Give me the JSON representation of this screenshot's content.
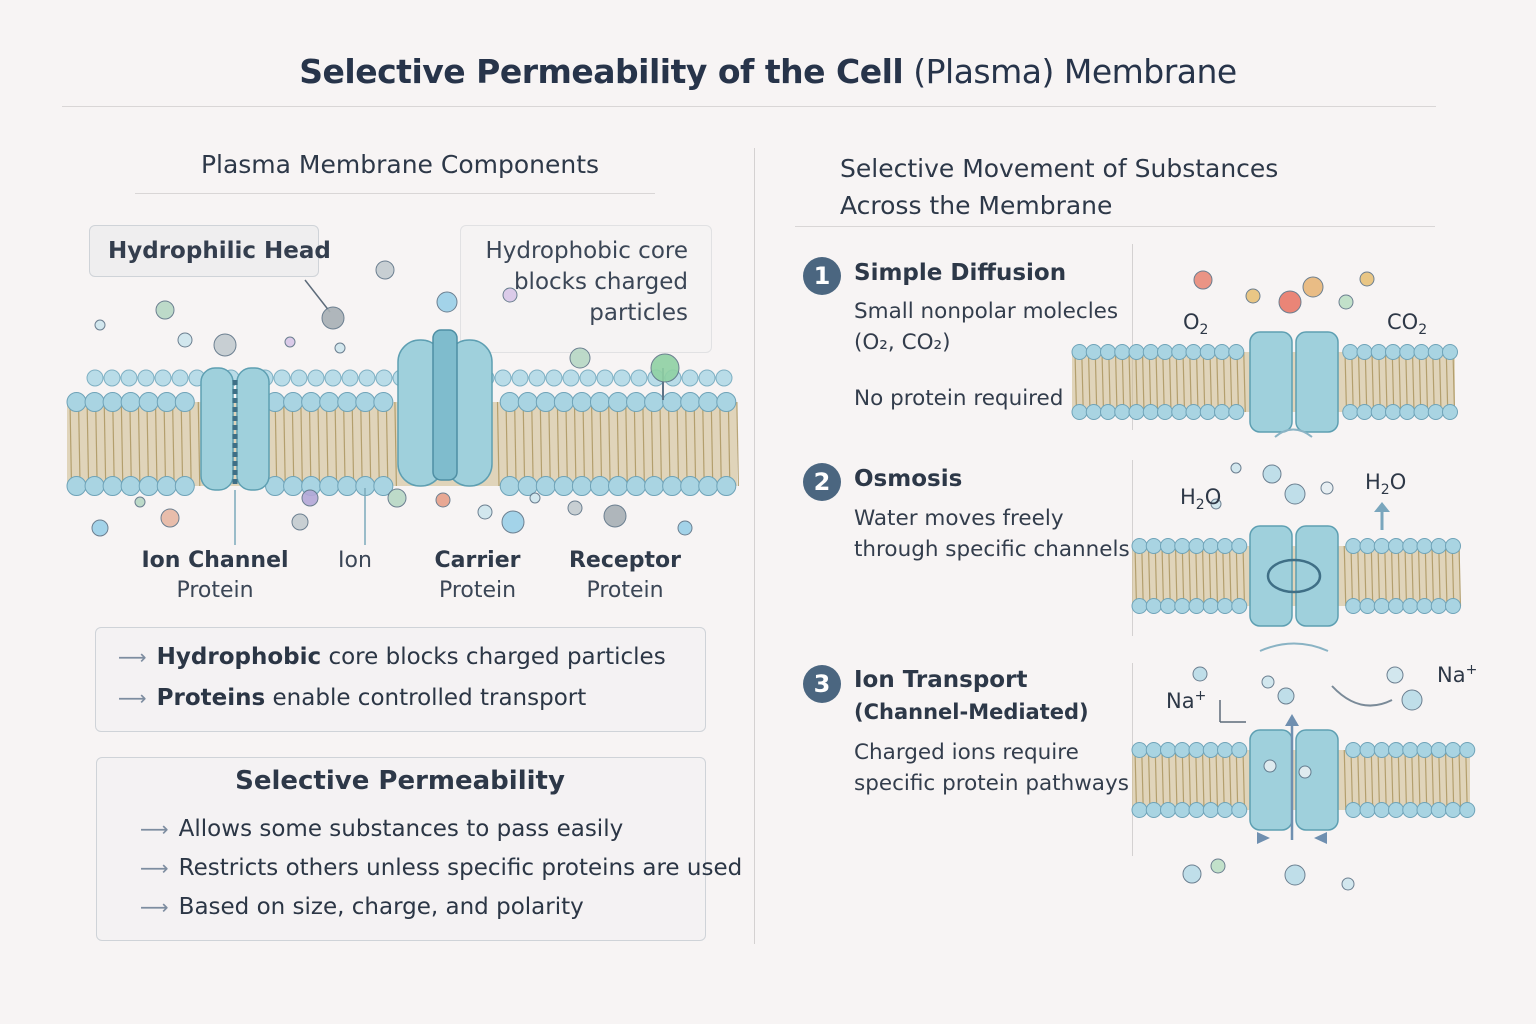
{
  "title": {
    "bold": "Selective Permeability of the Cell",
    "normal": "(Plasma) Membrane"
  },
  "left": {
    "heading": "Plasma Membrane Components",
    "callout_head": "Hydrophilic Head",
    "callout_core": [
      "Hydrophobic core",
      "blocks charged",
      "particles"
    ],
    "labels": {
      "ion_channel": [
        "Ion Channel",
        "Protein"
      ],
      "ion": "Ion",
      "carrier": [
        "Carrier",
        "Protein"
      ],
      "receptor": [
        "Receptor",
        "Protein"
      ]
    },
    "notes": [
      {
        "strong": "Hydrophobic",
        "rest": " core blocks charged particles"
      },
      {
        "strong": "Proteins",
        "rest": " enable controlled transport"
      }
    ],
    "selective": {
      "heading": "Selective Permeability",
      "items": [
        "Allows some substances to pass easily",
        "Restricts others unless specific proteins are used",
        "Based on size, charge, and polarity"
      ]
    }
  },
  "right": {
    "heading": [
      "Selective Movement of Substances",
      "Across the Membrane"
    ],
    "steps": [
      {
        "num": "1",
        "title": "Simple Diffusion",
        "lines": [
          "Small nonpolar molecles",
          "(O₂, CO₂)"
        ],
        "note": "No protein required"
      },
      {
        "num": "2",
        "title": "Osmosis",
        "lines": [
          "Water moves freely",
          "through specific channels"
        ]
      },
      {
        "num": "3",
        "title": "Ion Transport",
        "subtitle": "(Channel-Mediated)",
        "lines": [
          "Charged ions require",
          "specific protein pathways"
        ]
      }
    ],
    "chem": {
      "o2": "O",
      "co2": "CO",
      "sub2": "2",
      "h2o_h": "H",
      "h2o_o": "O",
      "na": "Na",
      "plus": "+"
    }
  },
  "colors": {
    "protein": "#9fd0dc",
    "head": "#a9d4e2",
    "tail": "#cdb98a",
    "badge": "#4b6680"
  }
}
